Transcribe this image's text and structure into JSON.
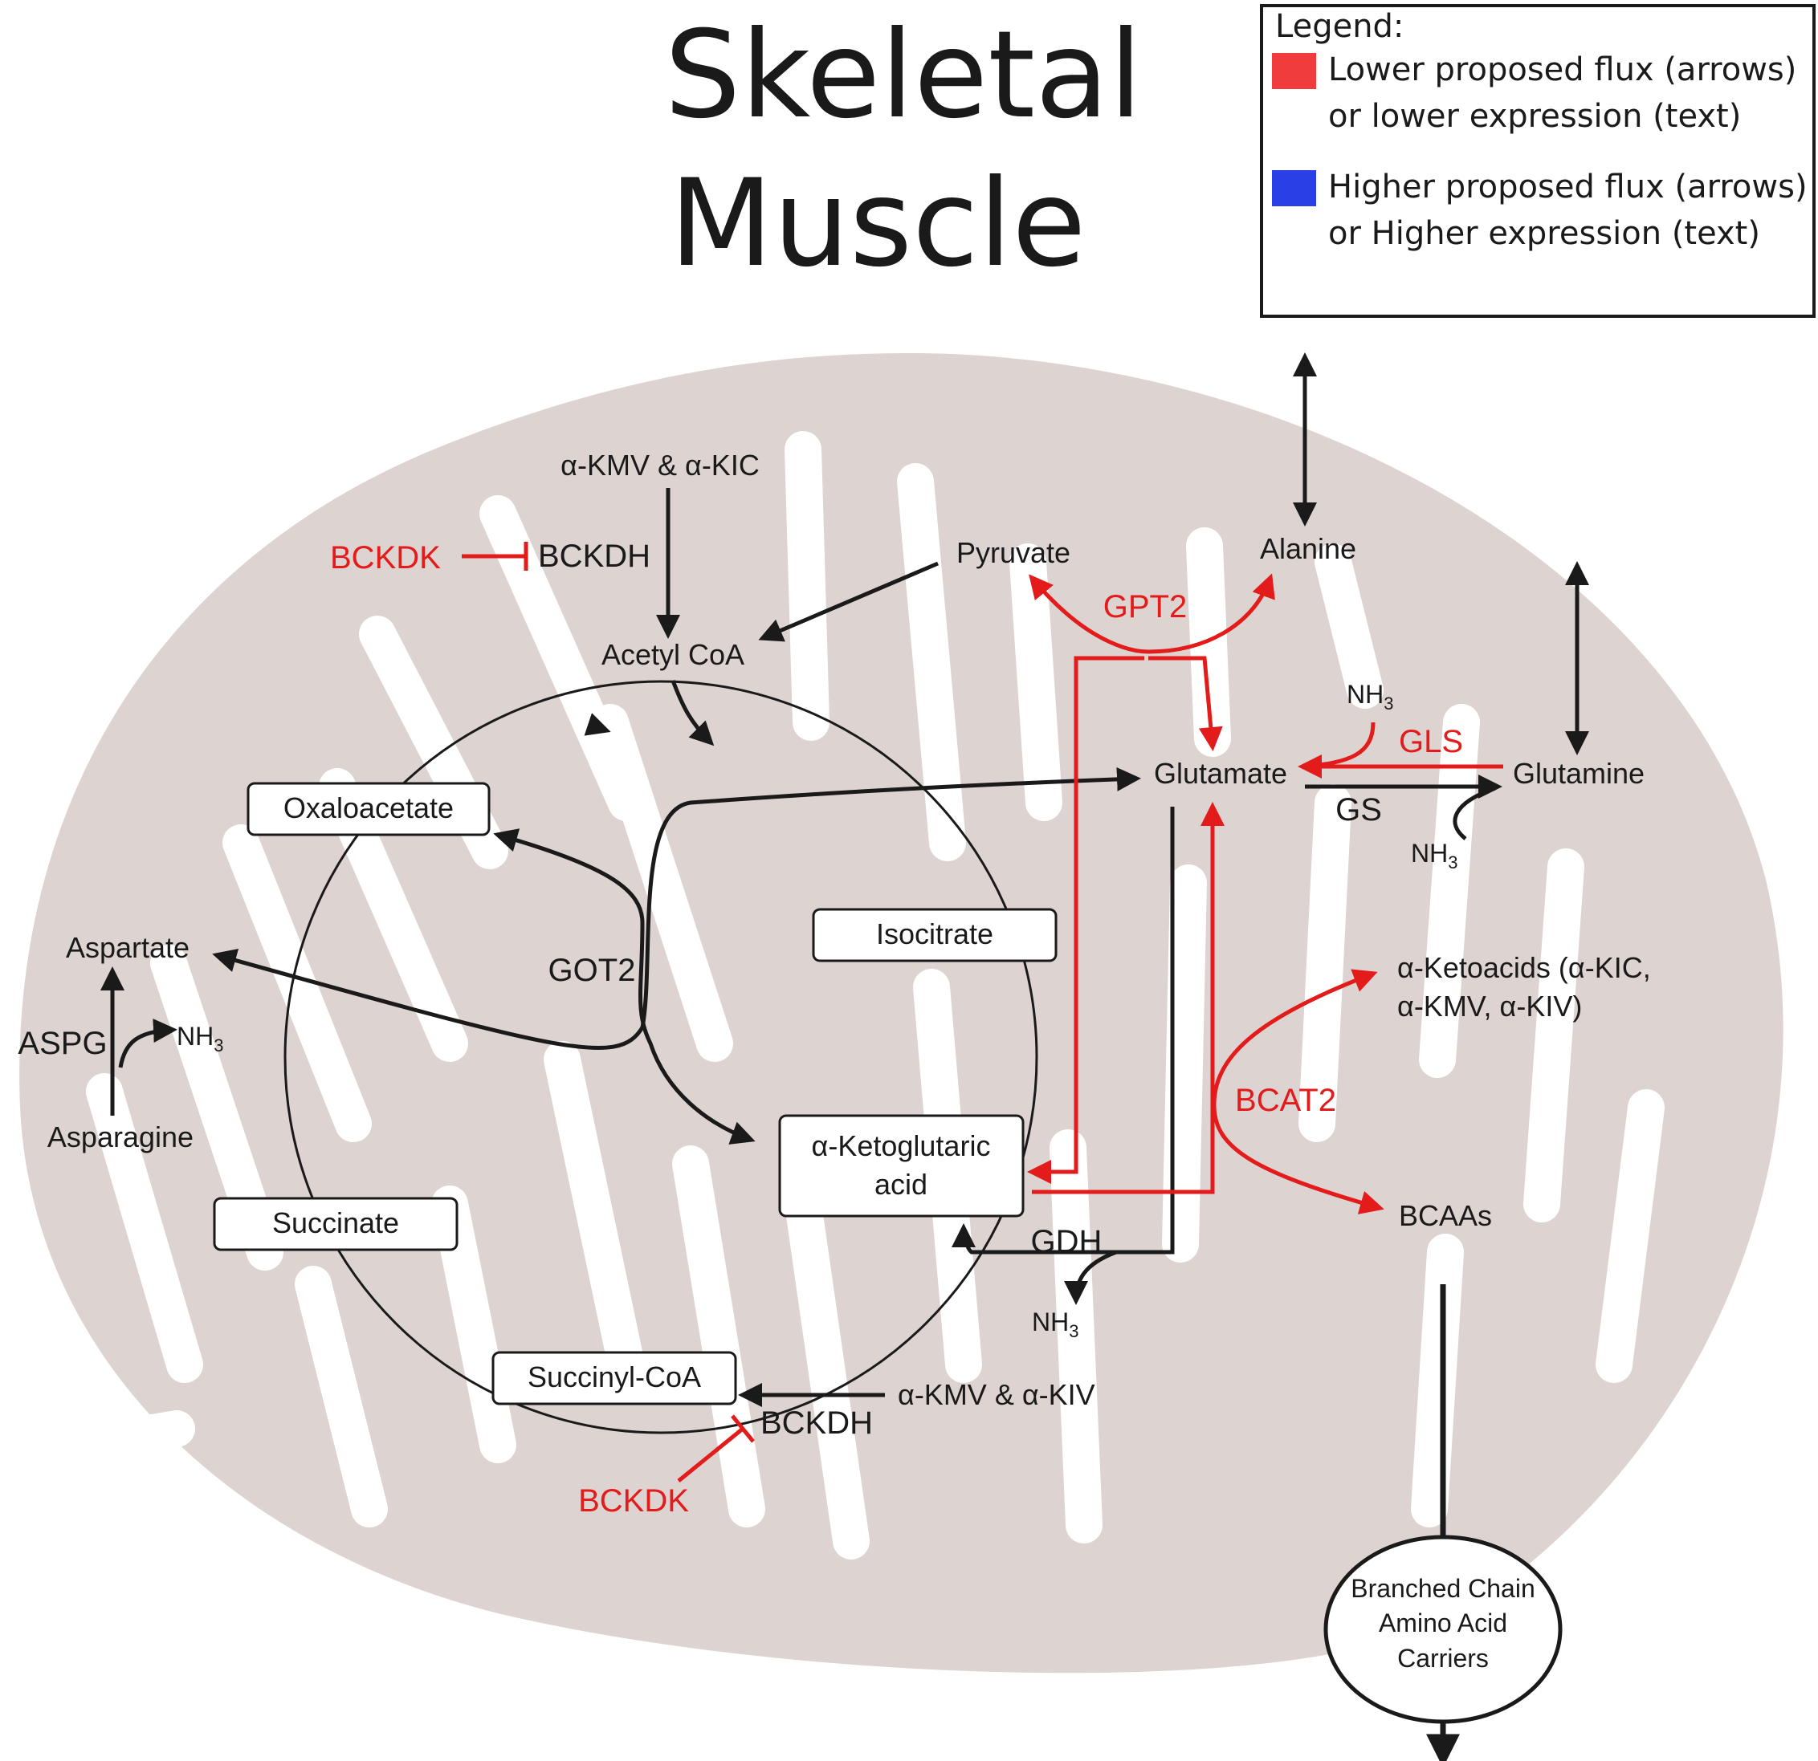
{
  "title": {
    "line1": "Skeletal",
    "line2": "Muscle"
  },
  "legend": {
    "heading": "Legend:",
    "items": [
      {
        "color": "#f03c3c",
        "line1": "Lower proposed flux (arrows)",
        "line2": "or lower expression (text)"
      },
      {
        "color": "#2a3fe6",
        "line1": "Higher proposed flux (arrows)",
        "line2": "or Higher expression (text)"
      }
    ]
  },
  "colors": {
    "lower": "#e31b1b",
    "higher": "#2a3fe6",
    "mitochondrion": "#ddd3d1"
  },
  "metabolites": {
    "akmv_akic": "α-KMV & α-KIC",
    "acetyl_coa": "Acetyl CoA",
    "pyruvate": "Pyruvate",
    "alanine": "Alanine",
    "glutamate": "Glutamate",
    "glutamine": "Glutamine",
    "nh3": "NH",
    "nh3_sub": "3",
    "oxaloacetate": "Oxaloacetate",
    "isocitrate": "Isocitrate",
    "aspartate": "Aspartate",
    "asparagine": "Asparagine",
    "akg_line1": "α-Ketoglutaric",
    "akg_line2": "acid",
    "succinate": "Succinate",
    "succinyl_coa": "Succinyl-CoA",
    "akmv_akiv": "α-KMV & α-KIV",
    "ketoacids_line1": "α-Ketoacids (α-KIC,",
    "ketoacids_line2": "α-KMV, α-KIV)",
    "bcaas": "BCAAs",
    "carrier_line1": "Branched Chain",
    "carrier_line2": "Amino Acid",
    "carrier_line3": "Carriers"
  },
  "enzymes": {
    "bckdk": "BCKDK",
    "bckdh": "BCKDH",
    "gpt2": "GPT2",
    "gls": "GLS",
    "gs": "GS",
    "got2": "GOT2",
    "aspg": "ASPG",
    "bcat2": "BCAT2",
    "gdh": "GDH"
  }
}
